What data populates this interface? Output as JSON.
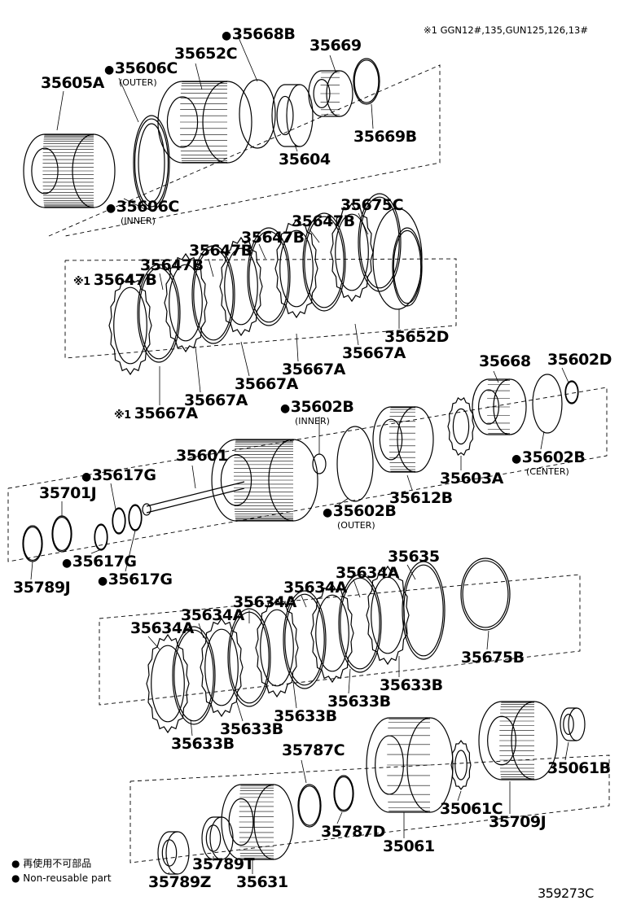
{
  "note": {
    "text": "※1 GGN12#,135,GUN125,126,13#"
  },
  "legend": {
    "line1": "● 再使用不可部品",
    "line2": "● Non-reusable part"
  },
  "illustration_code": "359273C",
  "labels": [
    {
      "id": "35668B",
      "text": "35668B",
      "dot": true
    },
    {
      "id": "35652C",
      "text": "35652C"
    },
    {
      "id": "35669",
      "text": "35669"
    },
    {
      "id": "35606C_outer",
      "text": "35606C",
      "dot": true,
      "sub": "(OUTER)"
    },
    {
      "id": "35605A",
      "text": "35605A"
    },
    {
      "id": "35604",
      "text": "35604"
    },
    {
      "id": "35669B",
      "text": "35669B"
    },
    {
      "id": "35606C_inner",
      "text": "35606C",
      "dot": true,
      "sub": "(INNER)"
    },
    {
      "id": "35675C",
      "text": "35675C"
    },
    {
      "id": "35647B_a",
      "text": "35647B"
    },
    {
      "id": "35647B_b",
      "text": "35647B"
    },
    {
      "id": "35647B_c",
      "text": "35647B"
    },
    {
      "id": "35647B_d",
      "text": "35647B"
    },
    {
      "id": "35647B_e",
      "text": "35647B",
      "mark": "※1"
    },
    {
      "id": "35652D",
      "text": "35652D"
    },
    {
      "id": "35667A_a",
      "text": "35667A"
    },
    {
      "id": "35667A_b",
      "text": "35667A"
    },
    {
      "id": "35667A_c",
      "text": "35667A"
    },
    {
      "id": "35667A_d",
      "text": "35667A"
    },
    {
      "id": "35667A_e",
      "text": "35667A",
      "mark": "※1"
    },
    {
      "id": "35668",
      "text": "35668"
    },
    {
      "id": "35602D",
      "text": "35602D"
    },
    {
      "id": "35602B_inner",
      "text": "35602B",
      "dot": true,
      "sub": "(INNER)"
    },
    {
      "id": "35601",
      "text": "35601"
    },
    {
      "id": "35617G_a",
      "text": "35617G",
      "dot": true
    },
    {
      "id": "35701J",
      "text": "35701J"
    },
    {
      "id": "35602B_center",
      "text": "35602B",
      "dot": true,
      "sub": "(CENTER)"
    },
    {
      "id": "35603A",
      "text": "35603A"
    },
    {
      "id": "35612B",
      "text": "35612B"
    },
    {
      "id": "35602B_outer",
      "text": "35602B",
      "dot": true,
      "sub": "(OUTER)"
    },
    {
      "id": "35617G_b",
      "text": "35617G",
      "dot": true
    },
    {
      "id": "35617G_c",
      "text": "35617G",
      "dot": true
    },
    {
      "id": "35789J",
      "text": "35789J"
    },
    {
      "id": "35635",
      "text": "35635"
    },
    {
      "id": "35634A_a",
      "text": "35634A"
    },
    {
      "id": "35634A_b",
      "text": "35634A"
    },
    {
      "id": "35634A_c",
      "text": "35634A"
    },
    {
      "id": "35634A_d",
      "text": "35634A"
    },
    {
      "id": "35634A_e",
      "text": "35634A"
    },
    {
      "id": "35675B",
      "text": "35675B"
    },
    {
      "id": "35633B_a",
      "text": "35633B"
    },
    {
      "id": "35633B_b",
      "text": "35633B"
    },
    {
      "id": "35633B_c",
      "text": "35633B"
    },
    {
      "id": "35633B_d",
      "text": "35633B"
    },
    {
      "id": "35633B_e",
      "text": "35633B"
    },
    {
      "id": "35787C",
      "text": "35787C"
    },
    {
      "id": "35061B",
      "text": "35061B"
    },
    {
      "id": "35061C",
      "text": "35061C"
    },
    {
      "id": "35709J",
      "text": "35709J"
    },
    {
      "id": "35787D",
      "text": "35787D"
    },
    {
      "id": "35061",
      "text": "35061"
    },
    {
      "id": "35789T",
      "text": "35789T"
    },
    {
      "id": "35789Z",
      "text": "35789Z"
    },
    {
      "id": "35631",
      "text": "35631"
    }
  ]
}
